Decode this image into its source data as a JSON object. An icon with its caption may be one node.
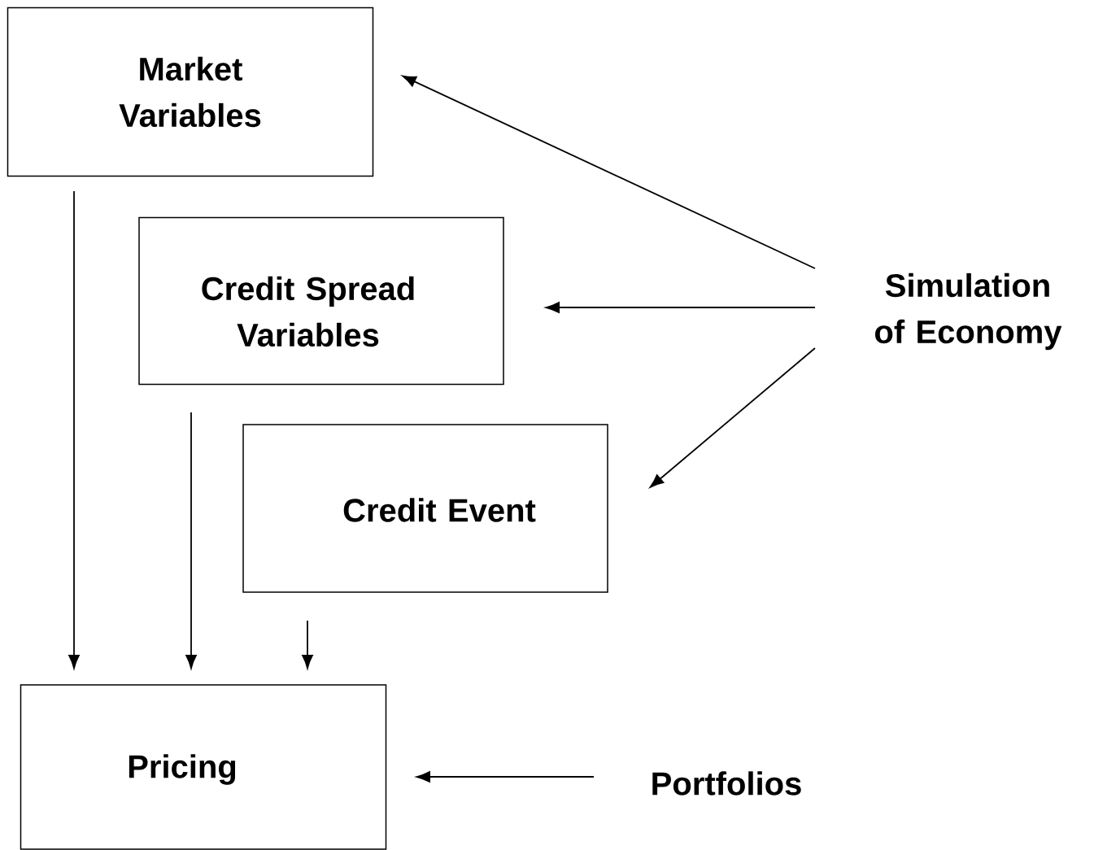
{
  "diagram": {
    "nodes": [
      {
        "text": [
          "Market Variables"
        ]
      },
      {
        "text": [
          "Credit Spread Variables"
        ]
      },
      {
        "text": [
          "Credit Event"
        ]
      },
      {
        "text": [
          "Pricing"
        ]
      },
      {
        "text": [
          "Simulation of Economy"
        ]
      },
      {
        "text": [
          "Portfolios"
        ]
      }
    ],
    "edges": [
      {
        "from": 4,
        "to": 0,
        "arrow": "to"
      },
      {
        "from": 4,
        "to": 1,
        "arrow": "to"
      },
      {
        "from": 4,
        "to": 2,
        "arrow": "to"
      },
      {
        "from": 0,
        "to": 3,
        "arrow": "to"
      },
      {
        "from": 1,
        "to": 3,
        "arrow": "to"
      },
      {
        "from": 2,
        "to": 3,
        "arrow": "to"
      },
      {
        "from": 5,
        "to": 3,
        "arrow": "to"
      }
    ]
  }
}
